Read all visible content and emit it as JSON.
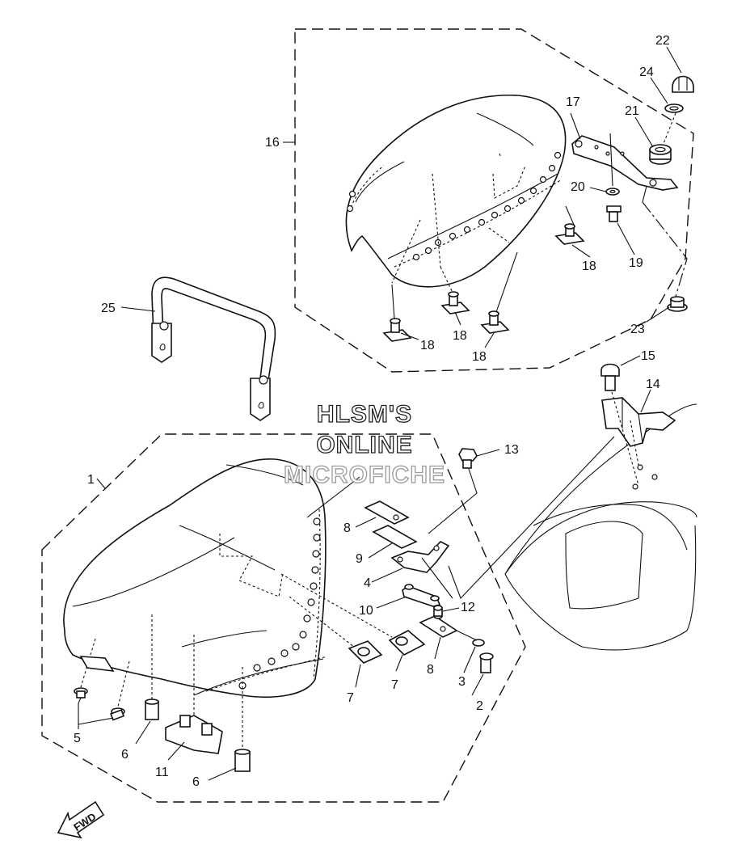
{
  "watermark": {
    "line1": "HLSM'S",
    "line2": "ONLINE",
    "line3": "MICROFICHE"
  },
  "fwd_label": "FWD",
  "callouts": {
    "p1": "1",
    "p2": "2",
    "p3": "3",
    "p4": "4",
    "p5": "5",
    "p6a": "6",
    "p6b": "6",
    "p7a": "7",
    "p7b": "7",
    "p8a": "8",
    "p8b": "8",
    "p9": "9",
    "p10": "10",
    "p11": "11",
    "p12": "12",
    "p13": "13",
    "p14": "14",
    "p15": "15",
    "p16": "16",
    "p17": "17",
    "p18a": "18",
    "p18b": "18",
    "p18c": "18",
    "p18d": "18",
    "p19": "19",
    "p20": "20",
    "p21": "21",
    "p22": "22",
    "p23": "23",
    "p24": "24",
    "p25": "25"
  }
}
